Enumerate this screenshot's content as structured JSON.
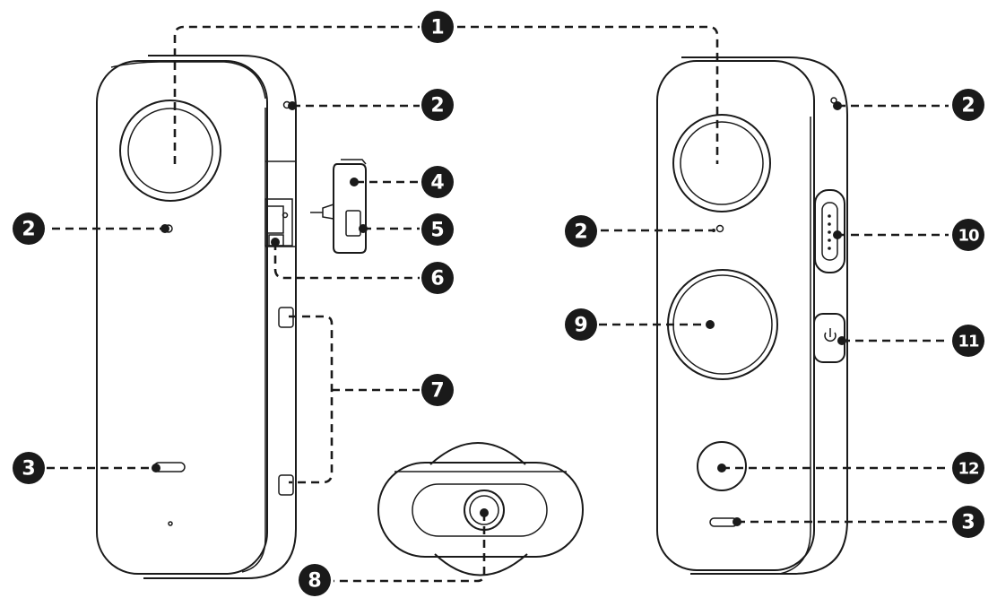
{
  "callouts": [
    {
      "id": "c1",
      "label": "1"
    },
    {
      "id": "c2a",
      "label": "2"
    },
    {
      "id": "c2b",
      "label": "2"
    },
    {
      "id": "c2c",
      "label": "2"
    },
    {
      "id": "c2d",
      "label": "2"
    },
    {
      "id": "c3a",
      "label": "3"
    },
    {
      "id": "c3b",
      "label": "3"
    },
    {
      "id": "c4",
      "label": "4"
    },
    {
      "id": "c5",
      "label": "5"
    },
    {
      "id": "c6",
      "label": "6"
    },
    {
      "id": "c7",
      "label": "7"
    },
    {
      "id": "c8",
      "label": "8"
    },
    {
      "id": "c9",
      "label": "9"
    },
    {
      "id": "c10",
      "label": "10"
    },
    {
      "id": "c11",
      "label": "11"
    },
    {
      "id": "c12",
      "label": "12"
    }
  ]
}
